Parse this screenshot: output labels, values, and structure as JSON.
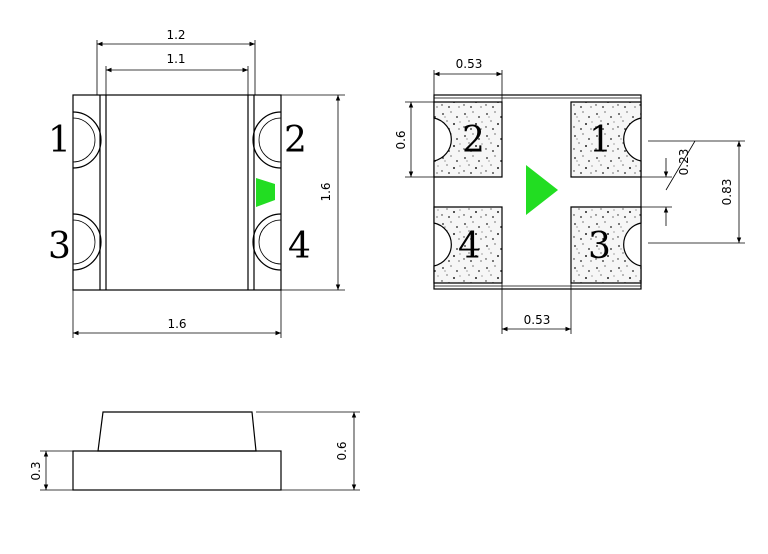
{
  "top_view": {
    "dim_top_outer": "1.2",
    "dim_top_inner": "1.1",
    "dim_height": "1.6",
    "dim_bottom_width": "1.6",
    "pins": [
      "1",
      "2",
      "3",
      "4"
    ],
    "marker_color": "#22dd22"
  },
  "pad_view": {
    "dim_pad_width_top": "0.53",
    "dim_pad_height": "0.6",
    "dim_gap": "0.23",
    "dim_span": "0.83",
    "dim_pad_width_bottom": "0.53",
    "pins": [
      "2",
      "1",
      "4",
      "3"
    ],
    "marker_color": "#22dd22"
  },
  "side_view": {
    "dim_base_height": "0.3",
    "dim_total_height": "0.6"
  }
}
